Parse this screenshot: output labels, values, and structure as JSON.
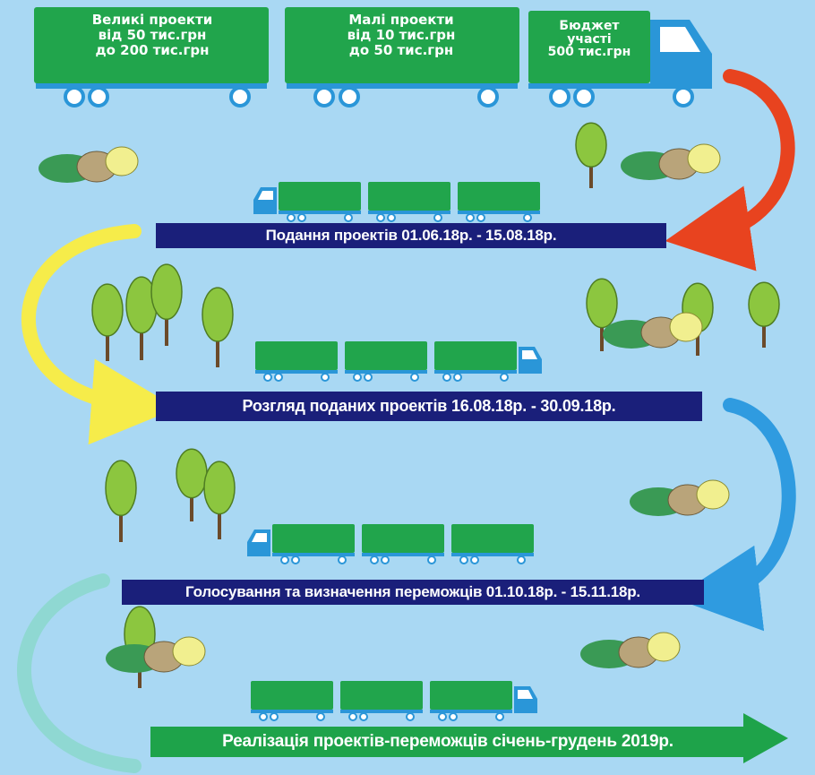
{
  "colors": {
    "background": "#a9d8f3",
    "truck_green": "#21a54c",
    "truck_blue": "#2a96d8",
    "banner_navy": "#1a1f7a",
    "banner_green": "#1ea34a",
    "arrow_red": "#e8431f",
    "arrow_yellow": "#f6ec4a",
    "arrow_blue": "#2f9be0",
    "arrow_teal": "#8fd8d2",
    "tree_green": "#8cc63f",
    "trunk_brown": "#6b4a2a",
    "bush_dark": "#3a9a55",
    "bush_tan": "#b9a47a",
    "bush_yellow": "#f1ef8f"
  },
  "top_truck": {
    "large_projects": [
      "Великі проекти",
      "від 50 тис.грн",
      "до 200 тис.грн"
    ],
    "small_projects": [
      "Малі проекти",
      "від 10 тис.грн",
      "до 50 тис.грн"
    ],
    "budget": [
      "Бюджет",
      "участі",
      "500 тис.грн"
    ]
  },
  "stages": [
    {
      "label": "Подання проектів  01.06.18р. - 15.08.18р."
    },
    {
      "label": "Розгляд поданих проектів 16.08.18р. -  30.09.18р."
    },
    {
      "label": "Голосування та визначення переможців  01.10.18р. - 15.11.18р."
    },
    {
      "label": "Реалізація проектів-переможців  січень-грудень 2019р."
    }
  ]
}
